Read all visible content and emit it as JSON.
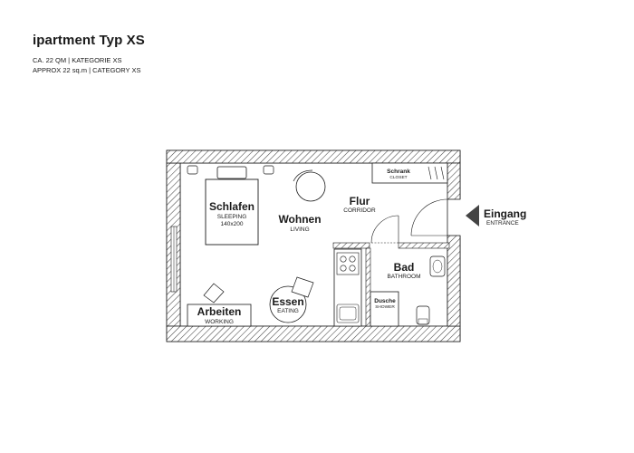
{
  "header": {
    "title": "ipartment Typ XS",
    "line1": "CA. 22 QM | KATEGORIE XS",
    "line2": "APPROX 22 sq.m | CATEGORY XS"
  },
  "rooms": {
    "schlafen": {
      "name": "Schlafen",
      "sub": "SLEEPING",
      "size": "140x200"
    },
    "wohnen": {
      "name": "Wohnen",
      "sub": "LIVING"
    },
    "flur": {
      "name": "Flur",
      "sub": "CORRIDOR"
    },
    "schrank": {
      "name": "Schrank",
      "sub": "CLOSET"
    },
    "bad": {
      "name": "Bad",
      "sub": "BATHROOM"
    },
    "dusche": {
      "name": "Dusche",
      "sub": "SHOWER"
    },
    "essen": {
      "name": "Essen",
      "sub": "EATING"
    },
    "arbeiten": {
      "name": "Arbeiten",
      "sub": "WORKING"
    }
  },
  "entrance": {
    "name": "Eingang",
    "sub": "ENTRANCE"
  },
  "colors": {
    "ink": "#1a1a1a",
    "hatch": "#444444",
    "background": "#ffffff"
  },
  "icons": [
    "entrance-arrow-icon",
    "chair-icon",
    "bed-icon",
    "stove-icon",
    "sink-icon",
    "toilet-icon",
    "door-swing-icon"
  ]
}
